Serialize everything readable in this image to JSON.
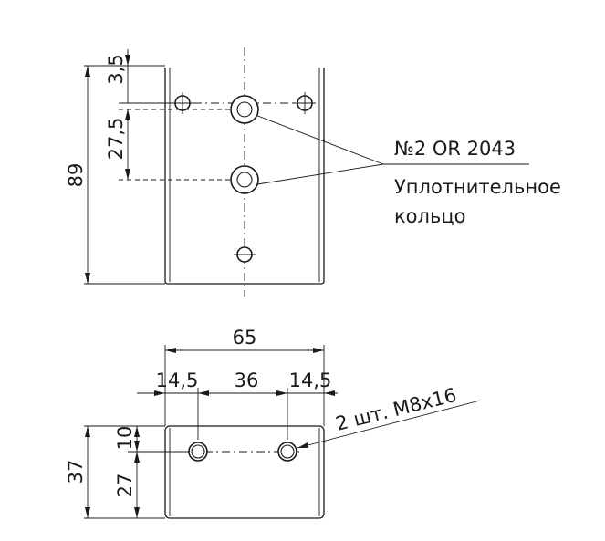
{
  "top_view": {
    "dims": {
      "overall_height": "89",
      "top_offset": "3,5",
      "hole_spacing": "27,5"
    },
    "callout_title": "№2 OR 2043",
    "callout_line1": "Уплотнительное",
    "callout_line2": "кольцо"
  },
  "bottom_view": {
    "dims": {
      "overall_width": "65",
      "left_offset": "14,5",
      "hole_spacing": "36",
      "right_offset": "14,5",
      "overall_height": "37",
      "upper_offset": "10",
      "lower_offset": "27"
    },
    "callout": "2 шт.  M8x16"
  }
}
